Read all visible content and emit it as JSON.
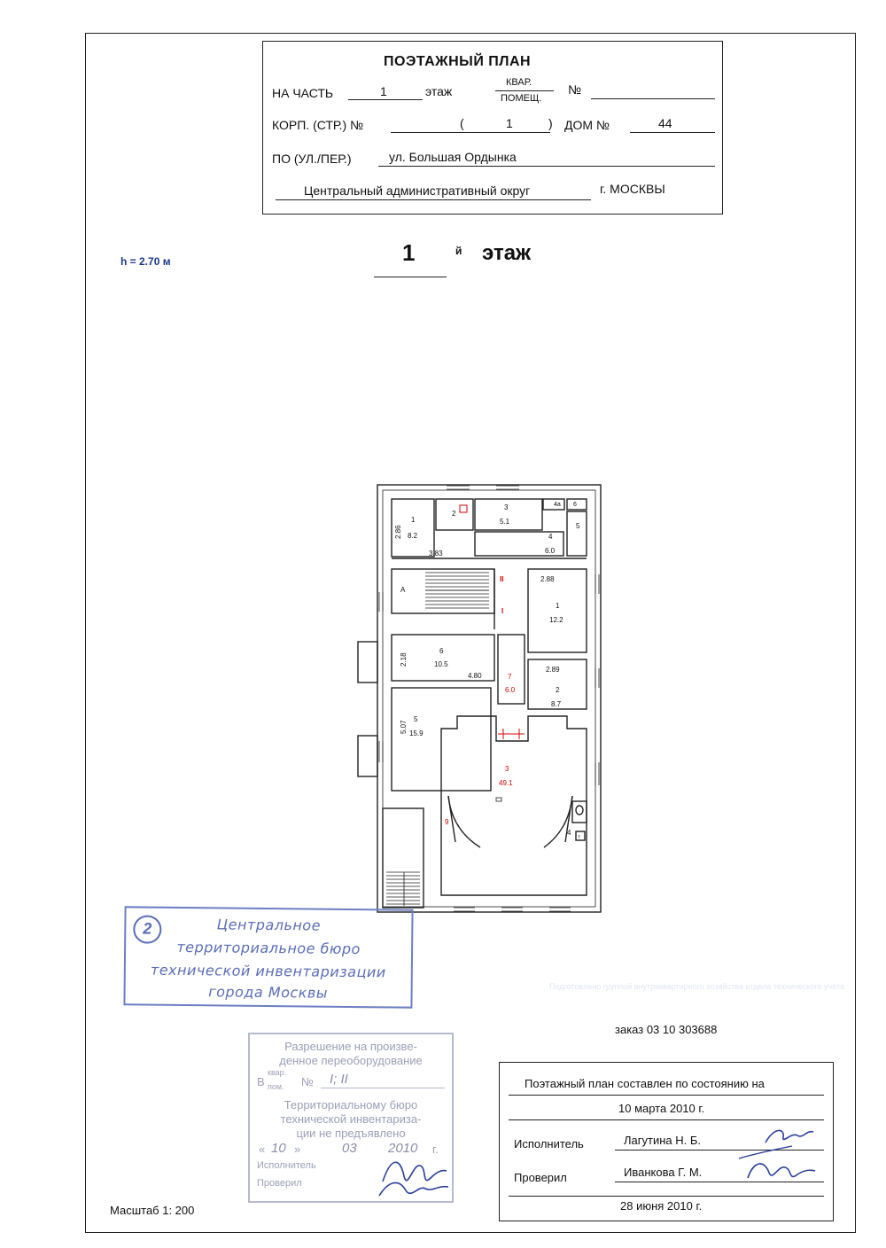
{
  "header": {
    "title": "ПОЭТАЖНЫЙ ПЛАН",
    "na_chast_label": "НА ЧАСТЬ",
    "na_chast_value": "1",
    "etazh_label": "этаж",
    "kvar_label": "КВАР.",
    "pomeshch_label": "ПОМЕЩ.",
    "number_label": "№",
    "korp_label": "КОРП. (СТР.) №",
    "korp_open": "(",
    "korp_value": "1",
    "korp_close": ")",
    "dom_label": "ДОМ №",
    "dom_value": "44",
    "po_label": "ПО (УЛ./ПЕР.)",
    "street_value": "ул. Большая Ордынка",
    "district_value": "Центральный административный округ",
    "city_value": "г. МОСКВЫ"
  },
  "floor": {
    "height": "h = 2.70 м",
    "number": "1",
    "suffix": "й",
    "word": "этаж"
  },
  "plan_labels": {
    "r1": "1",
    "r1_area": "8.2",
    "r1_dim_v": "2.86",
    "r1_dim_h": "3.83",
    "r2": "2",
    "r3": "3",
    "r3_area": "5.1",
    "r4": "4",
    "r4_area": "6.0",
    "r4a": "4а",
    "r6s": "6",
    "r5s": "5",
    "stair_a": "А",
    "mark_II": "II",
    "mark_I": "I",
    "rr1_dim": "2.88",
    "rr1": "1",
    "rr1_area": "12.2",
    "r6": "6",
    "r6_area": "10.5",
    "r6_dim_v": "2.18",
    "r6_dim_h": "4.80",
    "r7": "7",
    "r7_area": "6.0",
    "rr2_dim": "2.89",
    "rr2": "2",
    "rr2_area": "8.7",
    "r5": "5",
    "r5_area": "15.9",
    "r5_dim": "5.07",
    "hall": "3",
    "hall_area": "49.1",
    "r9": "9",
    "r4b": "4",
    "wc_t": "т"
  },
  "stamp_blue": {
    "number": "2",
    "line1": "Центральное",
    "line2": "территориальное бюро",
    "line3": "технической инвентаризации",
    "line4": "города Москвы"
  },
  "stamp_grey": {
    "l1": "Разрешение на произве-",
    "l2": "денное переоборудование",
    "l3_pre": "В",
    "l3_kvar": "квар.",
    "l3_pom": "пом.",
    "l3_mid": "№",
    "l3_val": "I; II",
    "l4": "Территориальному бюро",
    "l5": "технической инвентариза-",
    "l6": "ции не предъявлено",
    "d_open": "«",
    "d_day": "10",
    "d_close": "»",
    "d_month": "03",
    "d_year": "2010",
    "d_suffix": "г.",
    "isp": "Исполнитель",
    "prov": "Проверил"
  },
  "faint_text": "Подготовлено группой внутриквартирного хозяйства отдела технического учёта",
  "order": "заказ 03 10 303688",
  "footer": {
    "state_line": "Поэтажный план составлен по состоянию на",
    "state_date": "10 марта 2010 г.",
    "executor_label": "Исполнитель",
    "executor_name": "Лагутина Н. Б.",
    "checker_label": "Проверил",
    "checker_name": "Иванкова Г. М.",
    "final_date": "28 июня 2010 г."
  },
  "scale": "Масштаб 1: 200",
  "colors": {
    "stamp_blue": "#5a6db8",
    "stamp_grey": "#9aa0b8",
    "room_red": "#d40000",
    "signature": "#2a3f9a"
  }
}
